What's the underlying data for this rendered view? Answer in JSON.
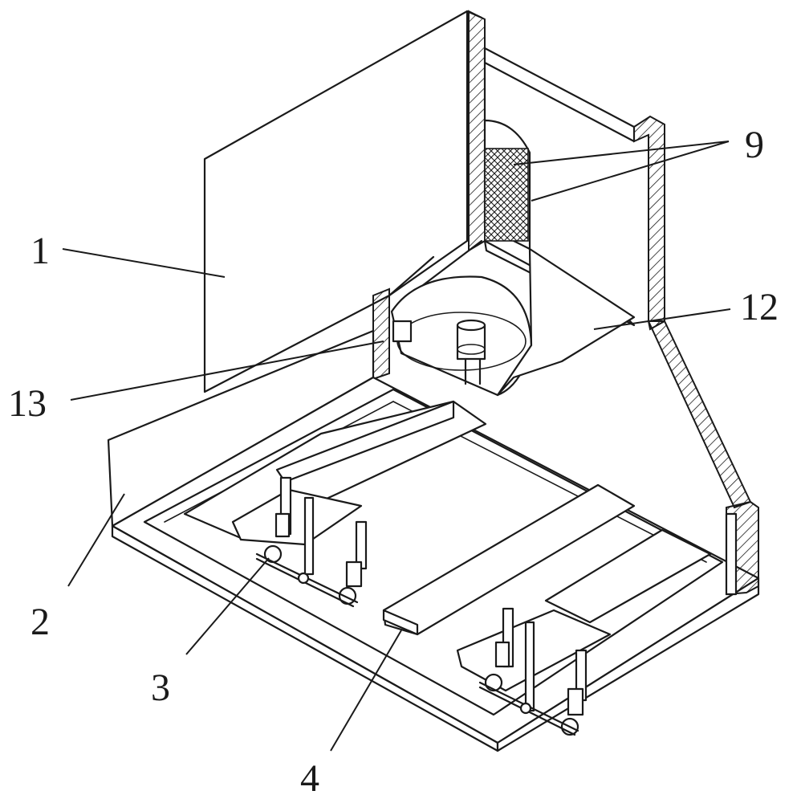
{
  "labels": {
    "l1": "1",
    "l2": "2",
    "l3": "3",
    "l4": "4",
    "l9": "9",
    "l12": "12",
    "l13": "13"
  },
  "colors": {
    "line": "#1a1a1a",
    "background": "#ffffff"
  }
}
